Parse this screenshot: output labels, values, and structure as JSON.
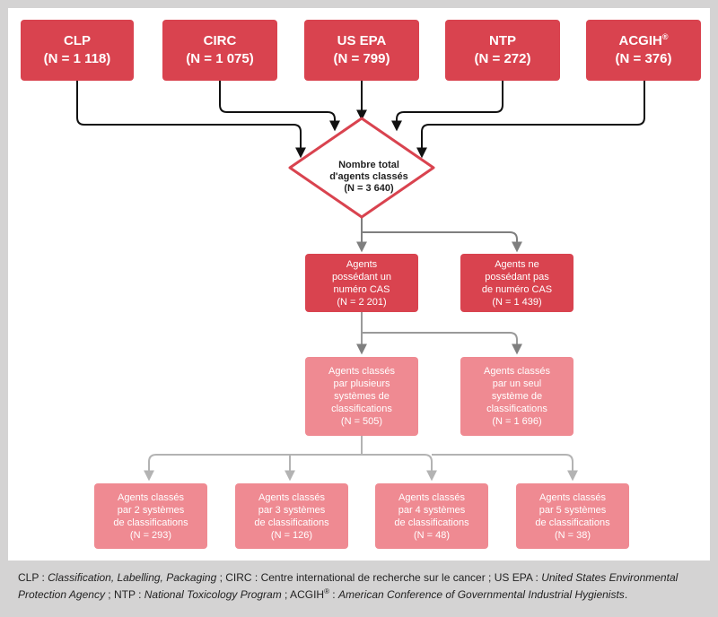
{
  "sources": [
    {
      "name": "CLP",
      "count": "(N = 1 118)"
    },
    {
      "name": "CIRC",
      "count": "(N = 1 075)"
    },
    {
      "name": "US EPA",
      "count": "(N = 799)"
    },
    {
      "name": "NTP",
      "count": "(N = 272)"
    },
    {
      "name": "ACGIH",
      "sup": "®",
      "count": "(N = 376)"
    }
  ],
  "hub": {
    "line1": "Nombre total",
    "line2": "d'agents classés",
    "count": "(N = 3 640)"
  },
  "cas": {
    "with": {
      "lines": [
        "Agents",
        "possédant un",
        "numéro CAS"
      ],
      "count": "(N = 2 201)"
    },
    "without": {
      "lines": [
        "Agents ne",
        "possédant pas",
        "de numéro CAS"
      ],
      "count": "(N = 1 439)"
    }
  },
  "systems": {
    "multiple": {
      "lines": [
        "Agents classés",
        "par plusieurs",
        "systèmes de",
        "classifications"
      ],
      "count": "(N = 505)"
    },
    "single": {
      "lines": [
        "Agents classés",
        "par un seul",
        "système de",
        "classifications"
      ],
      "count": "(N = 1 696)"
    }
  },
  "breakdown": [
    {
      "lines": [
        "Agents classés",
        "par 2 systèmes",
        "de classifications"
      ],
      "count": "(N = 293)"
    },
    {
      "lines": [
        "Agents classés",
        "par 3 systèmes",
        "de classifications"
      ],
      "count": "(N = 126)"
    },
    {
      "lines": [
        "Agents classés",
        "par 4 systèmes",
        "de classifications"
      ],
      "count": "(N = 48)"
    },
    {
      "lines": [
        "Agents classés",
        "par 5 systèmes",
        "de classifications"
      ],
      "count": "(N = 38)"
    }
  ],
  "caption": {
    "p1": "CLP : ",
    "p2": "Classification, Labelling, Packaging",
    "p3": " ; CIRC : Centre international de recherche sur le cancer ; US EPA : ",
    "p4": "United States Environmental Protection Agency",
    "p5": " ; NTP : ",
    "p6": "National Toxicology Program",
    "p7": " ; ACGIH",
    "p7sup": "®",
    "p8": " : ",
    "p9": "American Conference of Governmental Industrial Hygienists",
    "p10": "."
  },
  "colors": {
    "primary": "#d9434f",
    "light": "#ef8a92",
    "frame": "#d4d3d3"
  }
}
